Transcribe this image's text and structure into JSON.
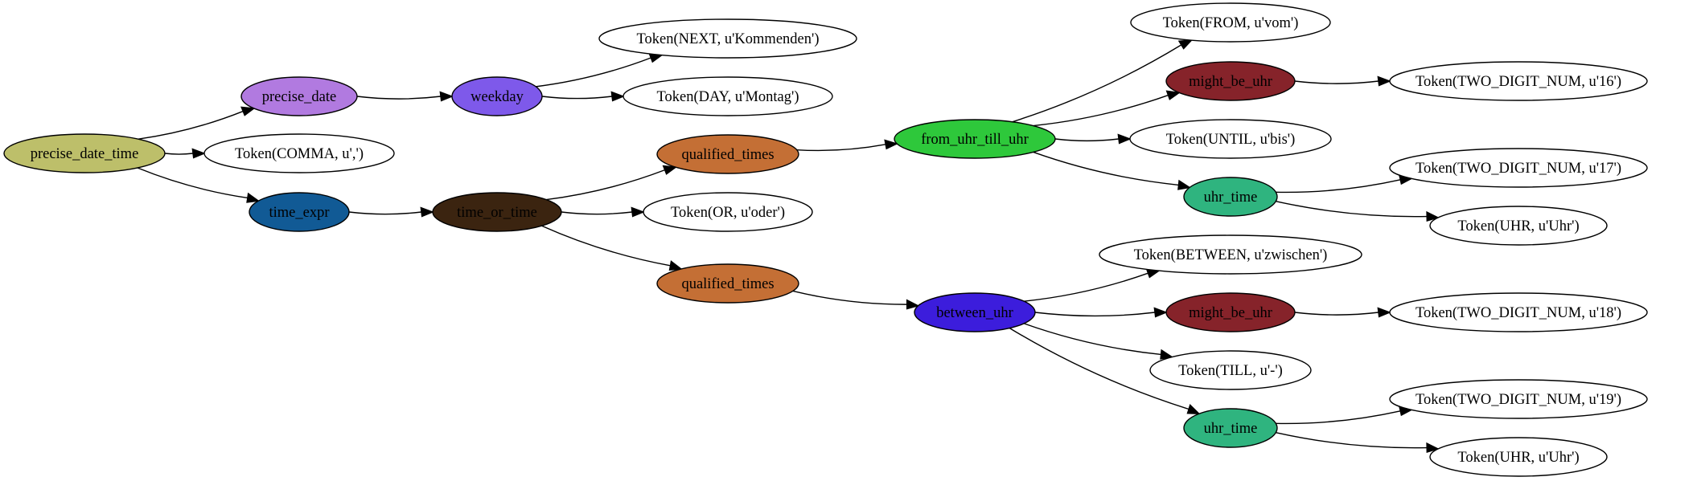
{
  "nodes": [
    {
      "id": "n_precise_date_time",
      "label": "precise_date_time",
      "fill": "#bdbf6a"
    },
    {
      "id": "n_precise_date",
      "label": "precise_date",
      "fill": "#b17ae0"
    },
    {
      "id": "n_comma",
      "label": "Token(COMMA, u',')",
      "fill": "#ffffff"
    },
    {
      "id": "n_time_expr",
      "label": "time_expr",
      "fill": "#115a95"
    },
    {
      "id": "n_weekday",
      "label": "weekday",
      "fill": "#7e59ea"
    },
    {
      "id": "n_time_or_time",
      "label": "time_or_time",
      "fill": "#3b2410"
    },
    {
      "id": "n_next",
      "label": "Token(NEXT, u'Kommenden')",
      "fill": "#ffffff"
    },
    {
      "id": "n_day",
      "label": "Token(DAY, u'Montag')",
      "fill": "#ffffff"
    },
    {
      "id": "n_qt1",
      "label": "qualified_times",
      "fill": "#c46f35"
    },
    {
      "id": "n_or",
      "label": "Token(OR, u'oder')",
      "fill": "#ffffff"
    },
    {
      "id": "n_qt2",
      "label": "qualified_times",
      "fill": "#c46f35"
    },
    {
      "id": "n_from_uhr_till_uhr",
      "label": "from_uhr_till_uhr",
      "fill": "#2ec83b"
    },
    {
      "id": "n_between_uhr",
      "label": "between_uhr",
      "fill": "#3c1ddc"
    },
    {
      "id": "n_from",
      "label": "Token(FROM, u'vom')",
      "fill": "#ffffff"
    },
    {
      "id": "n_mbu1",
      "label": "might_be_uhr",
      "fill": "#86232a"
    },
    {
      "id": "n_until",
      "label": "Token(UNTIL, u'bis')",
      "fill": "#ffffff"
    },
    {
      "id": "n_uhr_time1",
      "label": "uhr_time",
      "fill": "#2fb47f"
    },
    {
      "id": "n_between_tok",
      "label": "Token(BETWEEN, u'zwischen')",
      "fill": "#ffffff"
    },
    {
      "id": "n_mbu2",
      "label": "might_be_uhr",
      "fill": "#86232a"
    },
    {
      "id": "n_till",
      "label": "Token(TILL, u'-')",
      "fill": "#ffffff"
    },
    {
      "id": "n_uhr_time2",
      "label": "uhr_time",
      "fill": "#2fb47f"
    },
    {
      "id": "n_num16",
      "label": "Token(TWO_DIGIT_NUM, u'16')",
      "fill": "#ffffff"
    },
    {
      "id": "n_num17",
      "label": "Token(TWO_DIGIT_NUM, u'17')",
      "fill": "#ffffff"
    },
    {
      "id": "n_uhr1",
      "label": "Token(UHR, u'Uhr')",
      "fill": "#ffffff"
    },
    {
      "id": "n_num18",
      "label": "Token(TWO_DIGIT_NUM, u'18')",
      "fill": "#ffffff"
    },
    {
      "id": "n_num19",
      "label": "Token(TWO_DIGIT_NUM, u'19')",
      "fill": "#ffffff"
    },
    {
      "id": "n_uhr2",
      "label": "Token(UHR, u'Uhr')",
      "fill": "#ffffff"
    }
  ],
  "edges": [
    {
      "from": "n_precise_date_time",
      "to": "n_precise_date"
    },
    {
      "from": "n_precise_date_time",
      "to": "n_comma"
    },
    {
      "from": "n_precise_date_time",
      "to": "n_time_expr"
    },
    {
      "from": "n_precise_date",
      "to": "n_weekday"
    },
    {
      "from": "n_weekday",
      "to": "n_next"
    },
    {
      "from": "n_weekday",
      "to": "n_day"
    },
    {
      "from": "n_time_expr",
      "to": "n_time_or_time"
    },
    {
      "from": "n_time_or_time",
      "to": "n_qt1"
    },
    {
      "from": "n_time_or_time",
      "to": "n_or"
    },
    {
      "from": "n_time_or_time",
      "to": "n_qt2"
    },
    {
      "from": "n_qt1",
      "to": "n_from_uhr_till_uhr"
    },
    {
      "from": "n_from_uhr_till_uhr",
      "to": "n_from"
    },
    {
      "from": "n_from_uhr_till_uhr",
      "to": "n_mbu1"
    },
    {
      "from": "n_from_uhr_till_uhr",
      "to": "n_until"
    },
    {
      "from": "n_from_uhr_till_uhr",
      "to": "n_uhr_time1"
    },
    {
      "from": "n_mbu1",
      "to": "n_num16"
    },
    {
      "from": "n_uhr_time1",
      "to": "n_num17"
    },
    {
      "from": "n_uhr_time1",
      "to": "n_uhr1"
    },
    {
      "from": "n_qt2",
      "to": "n_between_uhr"
    },
    {
      "from": "n_between_uhr",
      "to": "n_between_tok"
    },
    {
      "from": "n_between_uhr",
      "to": "n_mbu2"
    },
    {
      "from": "n_between_uhr",
      "to": "n_till"
    },
    {
      "from": "n_between_uhr",
      "to": "n_uhr_time2"
    },
    {
      "from": "n_mbu2",
      "to": "n_num18"
    },
    {
      "from": "n_uhr_time2",
      "to": "n_num19"
    },
    {
      "from": "n_uhr_time2",
      "to": "n_uhr2"
    }
  ]
}
